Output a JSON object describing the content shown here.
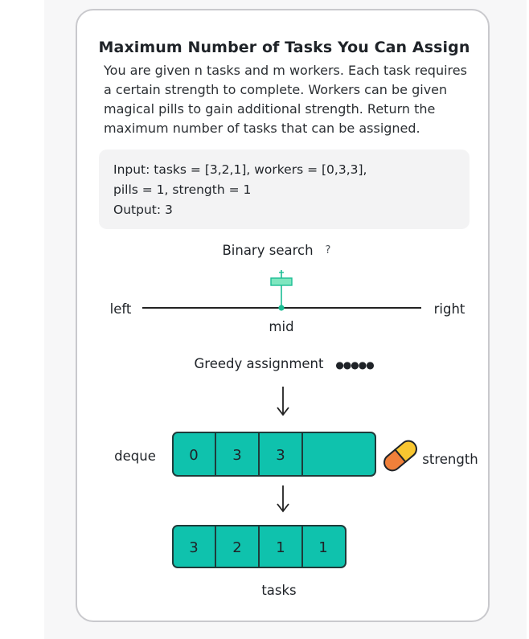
{
  "problem": {
    "title": "Maximum Number of Tasks You Can Assign",
    "description": "You are given n tasks and m workers. Each task requires a certain strength to complete. Workers can be given magical pills to gain additional strength. Return the maximum number of tasks that can be assigned."
  },
  "example": {
    "line1": "Input: tasks = [3,2,1], workers = [0,3,3],",
    "line2": "pills = 1, strength = 1",
    "line3": "Output: 3"
  },
  "binary_search": {
    "title": "Binary search",
    "title_glyph": "?",
    "left_label": "left",
    "right_label": "right",
    "mid_label": "mid"
  },
  "greedy": {
    "title": "Greedy assignment",
    "dots": "●●●●●"
  },
  "deque": {
    "label": "deque",
    "cells": [
      "0",
      "3",
      "3",
      ""
    ]
  },
  "pill": {
    "label": "strength",
    "icon": "pill-icon"
  },
  "tasks_array": {
    "label": "tasks",
    "cells": [
      "3",
      "2",
      "1",
      "1"
    ]
  },
  "colors": {
    "teal": "#0fc2ad",
    "teal_border": "#1f3b3a",
    "pill_yellow": "#f8c630",
    "pill_orange": "#f0803a"
  }
}
